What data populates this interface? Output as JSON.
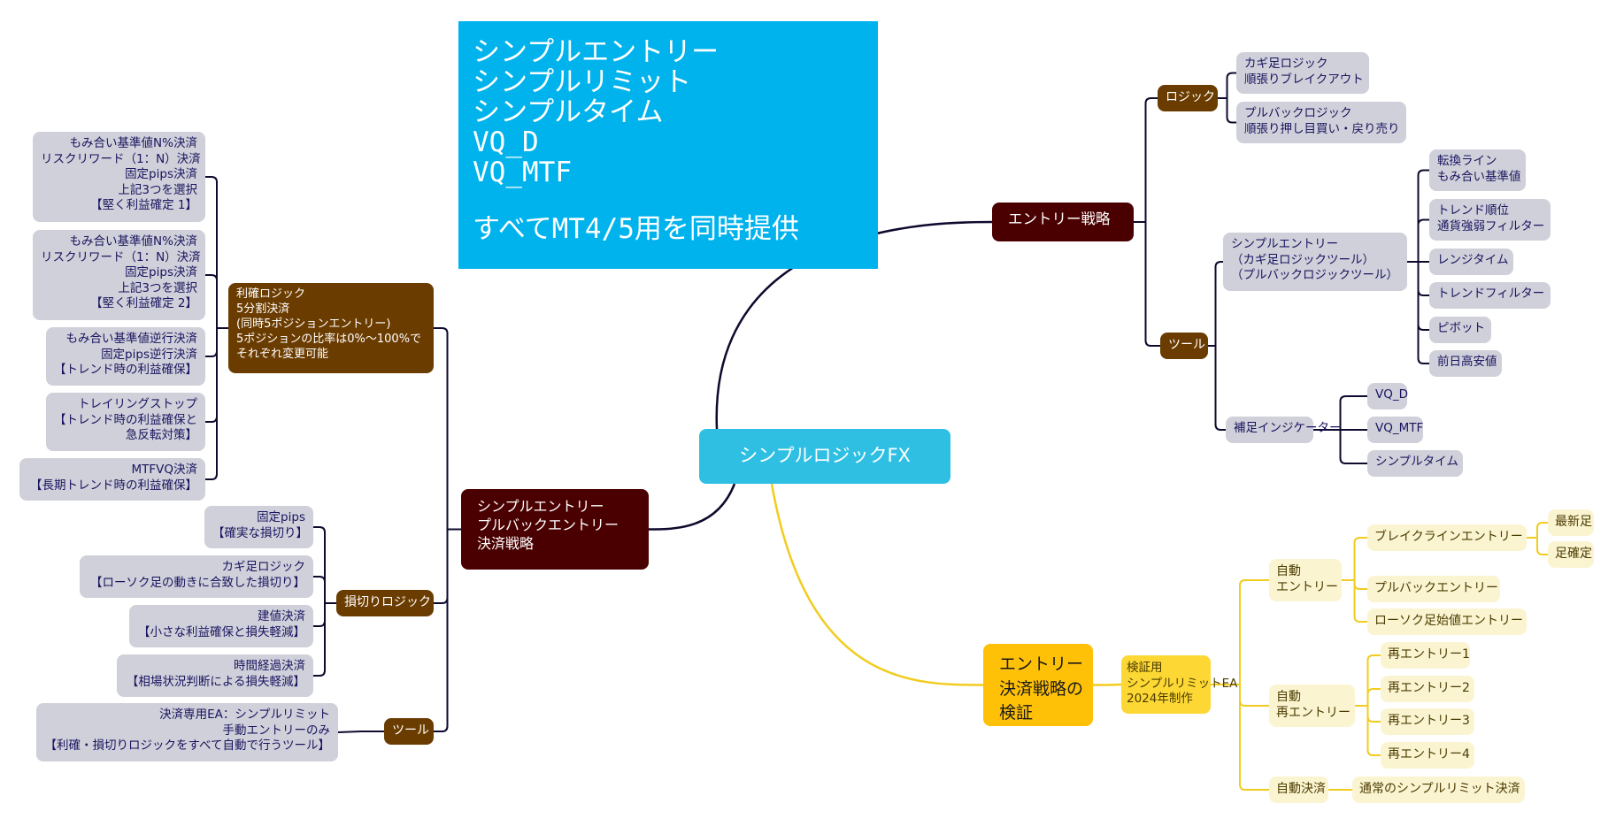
{
  "banner": {
    "lines": [
      "シンプルエントリー",
      "シンプルリミット",
      "シンプルタイム",
      "VQ_D",
      "VQ_MTF"
    ],
    "footer": "すべてMT4/5用を同時提供",
    "color": "#00b3ec"
  },
  "root": {
    "label": "シンプルロジックFX",
    "color": "#2ebfe3"
  },
  "entry_strategy": {
    "label": "エントリー戦略",
    "logic": {
      "label": "ロジック",
      "items": [
        "カギ足ロジック\n順張りブレイクアウト",
        "プルバックロジック\n順張り押し目買い・戻り売り"
      ]
    },
    "tools": {
      "label": "ツール",
      "simple_entry": {
        "label": "シンプルエントリー\n（カギ足ロジックツール）\n（プルバックロジックツール）",
        "items": [
          "転換ライン\nもみ合い基準値",
          "トレンド順位\n通貨強弱フィルター",
          "レンジタイム",
          "トレンドフィルター",
          "ピボット",
          "前日高安値"
        ]
      },
      "indicators": {
        "label": "補足インジケーター",
        "items": [
          "VQ_D",
          "VQ_MTF",
          "シンプルタイム"
        ]
      }
    }
  },
  "exit_strategy": {
    "label": "シンプルエントリー\nプルバックエントリー\n決済戦略",
    "take_profit": {
      "label": "利確ロジック\n5分割決済\n(同時5ポジションエントリー)\n5ポジションの比率は0%～100%で\nそれぞれ変更可能",
      "items": [
        "もみ合い基準値N%決済\nリスクリワード（1：N）決済\n固定pips決済\n上記3つを選択\n【堅く利益確定 1】",
        "もみ合い基準値N%決済\nリスクリワード（1：N）決済\n固定pips決済\n上記3つを選択\n【堅く利益確定 2】",
        "もみ合い基準値逆行決済\n固定pips逆行決済\n【トレンド時の利益確保】",
        "トレイリングストップ\n【トレンド時の利益確保と\n急反転対策】",
        "MTFVQ決済\n【長期トレンド時の利益確保】"
      ]
    },
    "stop_loss": {
      "label": "損切りロジック",
      "items": [
        "固定pips\n【確実な損切り】",
        "カギ足ロジック\n【ローソク足の動きに合致した損切り】",
        "建値決済\n【小さな利益確保と損失軽減】",
        "時間経過決済\n【相場状況判断による損失軽減】"
      ]
    },
    "tools": {
      "label": "ツール",
      "items": [
        "決済専用EA：シンプルリミット\n手動エントリーのみ\n【利確・損切りロジックをすべて自動で行うツール】"
      ]
    }
  },
  "verification": {
    "label": "エントリー\n決済戦略の\n検証",
    "ea": {
      "label": "検証用\nシンプルリミットEA\n2024年制作",
      "auto_entry": {
        "label": "自動\nエントリー",
        "breakline": {
          "label": "ブレイクラインエントリー",
          "items": [
            "最新足",
            "足確定"
          ]
        },
        "items": [
          "プルバックエントリー",
          "ローソク足始値エントリー"
        ]
      },
      "auto_reentry": {
        "label": "自動\n再エントリー",
        "items": [
          "再エントリー1",
          "再エントリー2",
          "再エントリー3",
          "再エントリー4"
        ]
      },
      "auto_exit": {
        "label": "自動決済",
        "items": [
          "通常のシンプルリミット決済"
        ]
      }
    }
  },
  "colors": {
    "dark_line": "#0d0a2e",
    "yellow_line": "#f2cc1f",
    "brown": "#6b3c00",
    "dark_red": "#4a0000",
    "grey": "#cfd0d9"
  }
}
